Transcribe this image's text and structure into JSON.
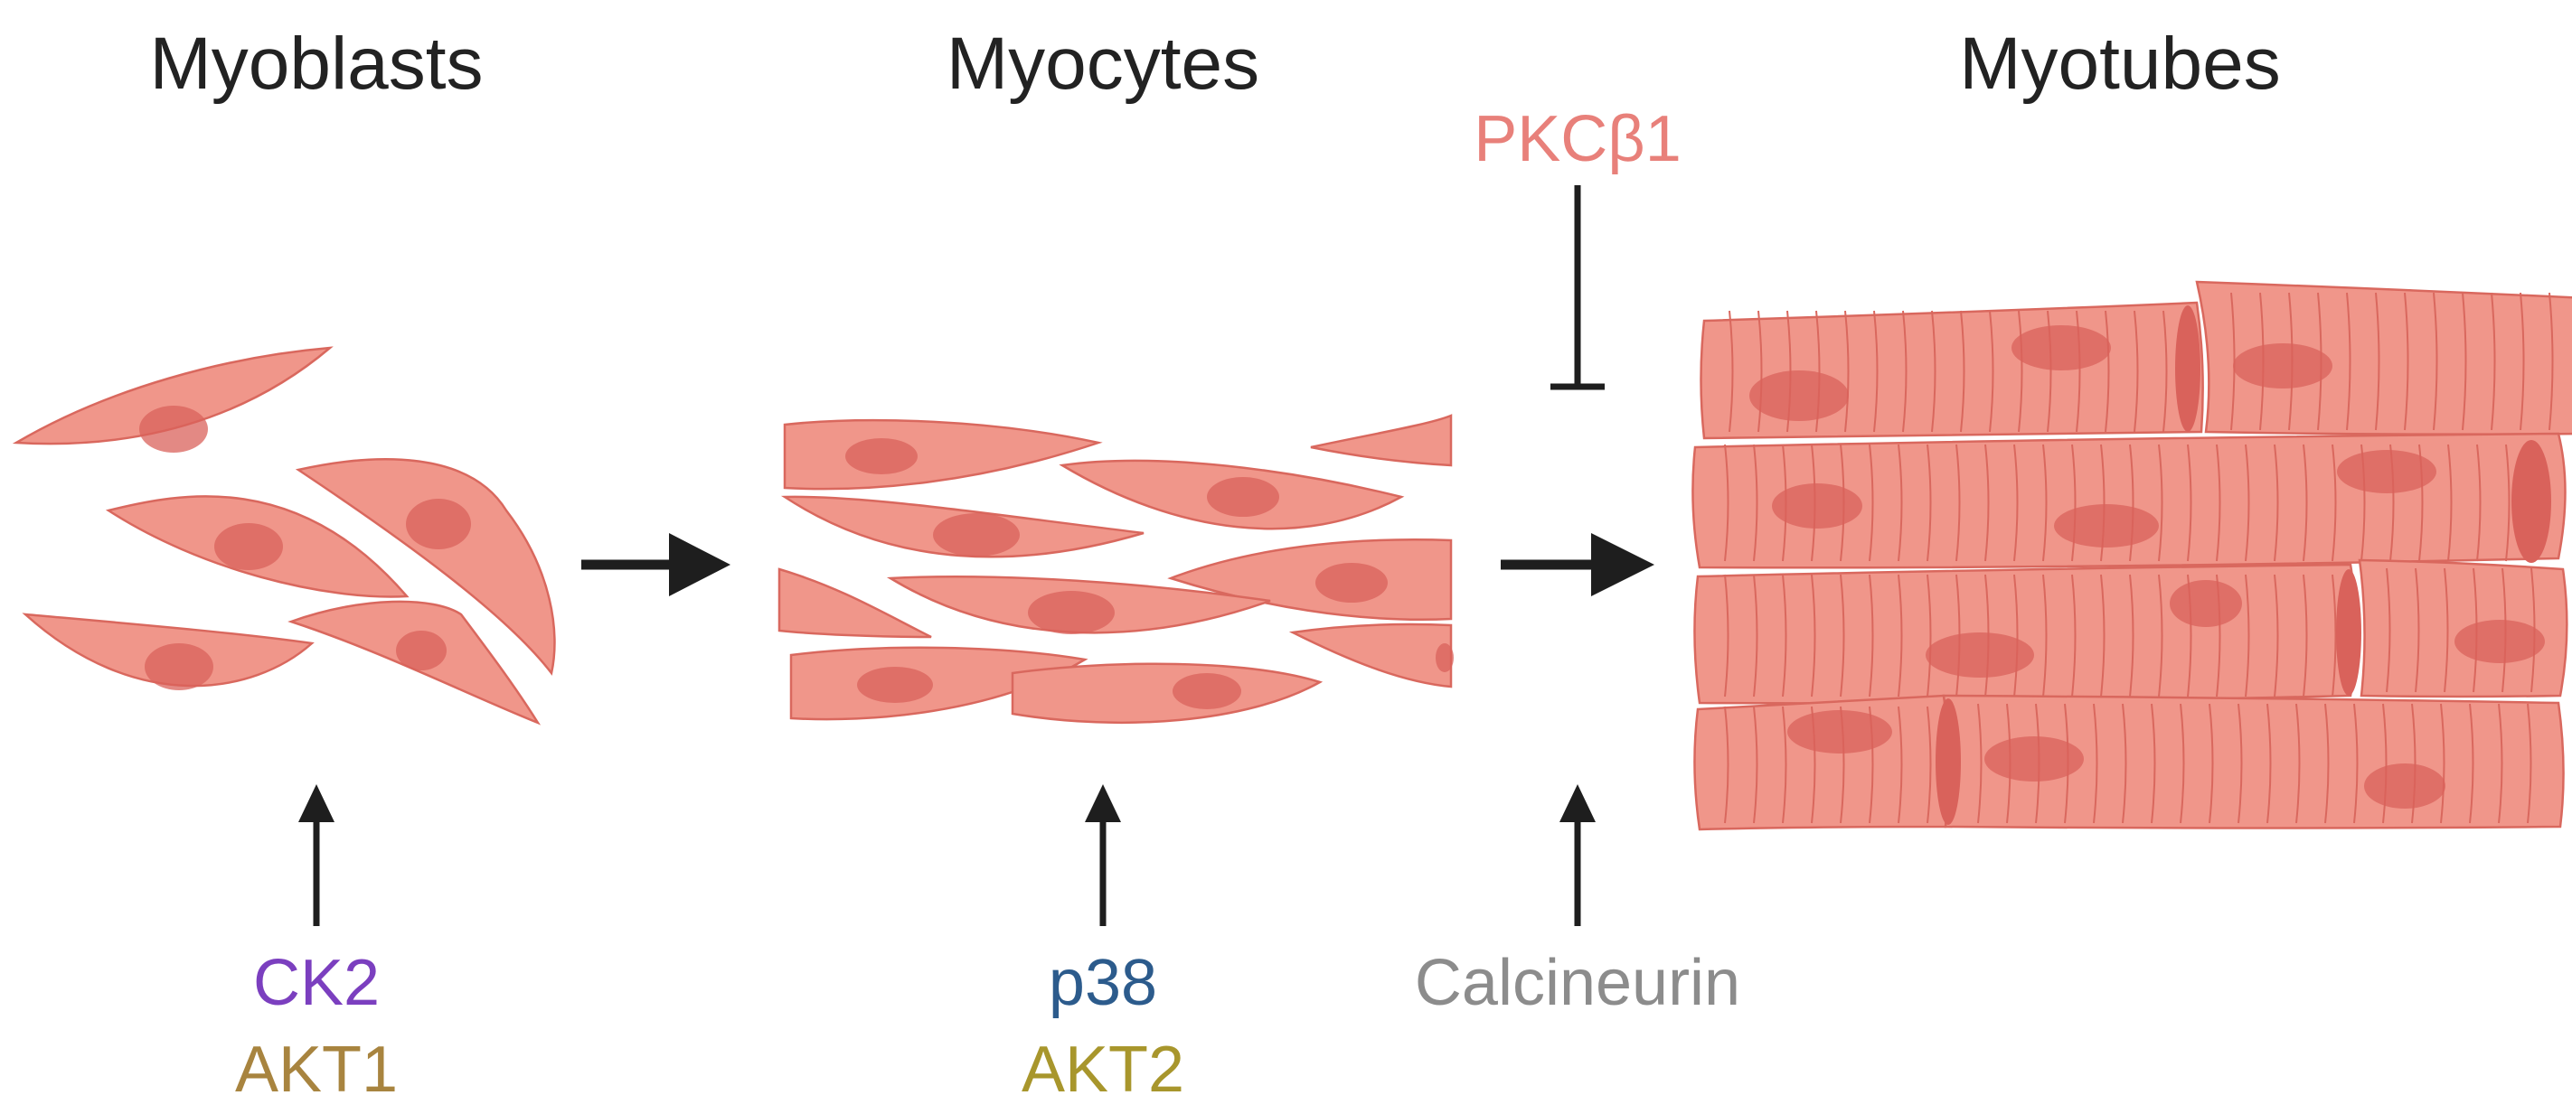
{
  "stages": [
    {
      "title": "Myoblasts"
    },
    {
      "title": "Myocytes"
    },
    {
      "title": "Myotubes"
    }
  ],
  "regulators": {
    "myoblasts": [
      {
        "label": "CK2",
        "color": "#7b3fbf"
      },
      {
        "label": "AKT1",
        "color": "#a8843f"
      }
    ],
    "myocytes": [
      {
        "label": "p38",
        "color": "#2c5b8c"
      },
      {
        "label": "AKT2",
        "color": "#a8962c"
      }
    ],
    "fusion_promoter": {
      "label": "Calcineurin",
      "color": "#8c8c8c"
    },
    "fusion_inhibitor": {
      "label": "PKCβ1",
      "color": "#e8807a"
    }
  },
  "colors": {
    "cell_fill": "#f0968a",
    "cell_stroke": "#d9685e",
    "nucleus": "#d9625b",
    "arrow": "#1e1e1e"
  }
}
